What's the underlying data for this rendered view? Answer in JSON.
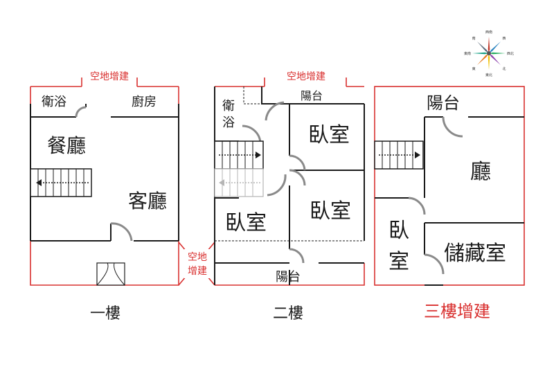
{
  "floors": {
    "f1": {
      "label": "一樓",
      "annex": "空地增建",
      "rooms": {
        "bath": "衛浴",
        "kitchen": "廚房",
        "dining": "餐廳",
        "living": "客廳"
      }
    },
    "f2": {
      "label": "二樓",
      "annex_top": "空地增建",
      "annex_side_1": "空地",
      "annex_side_2": "增建",
      "rooms": {
        "bath_1": "衛",
        "bath_2": "浴",
        "balcony_top": "陽台",
        "bedroom_ne": "臥室",
        "bedroom_e": "臥室",
        "bedroom_w": "臥室",
        "balcony_bottom": "陽台"
      }
    },
    "f3": {
      "label": "三樓增建",
      "rooms": {
        "balcony": "陽台",
        "hall": "廳",
        "bedroom_1": "臥",
        "bedroom_2": "室",
        "storage": "儲藏室"
      }
    }
  },
  "compass": {
    "labels": [
      "西南",
      "西",
      "西北",
      "北",
      "東北",
      "東",
      "東南",
      "南"
    ],
    "colors": [
      "#c0392b",
      "#2e86c1",
      "#27ae60",
      "#8e44ad",
      "#f1c40f",
      "#e67e22",
      "#16a085",
      "#5d6d7e"
    ]
  },
  "colors": {
    "annex_red": "#d9302f",
    "wall": "#1a1a1a",
    "door": "#8a8a8a"
  }
}
